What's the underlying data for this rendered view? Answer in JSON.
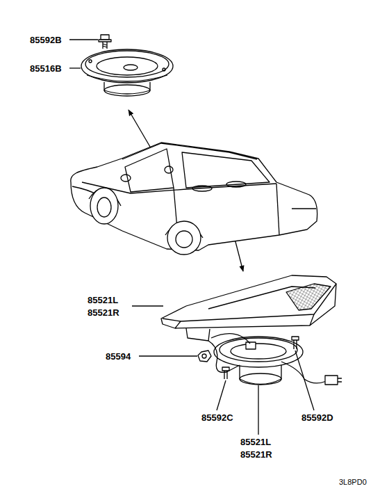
{
  "diagram": {
    "labels": [
      "85592B",
      "85516B",
      "85521L",
      "85521R",
      "85594",
      "85592C",
      "85521L",
      "85521R",
      "85592D",
      "3L8PD0"
    ]
  }
}
